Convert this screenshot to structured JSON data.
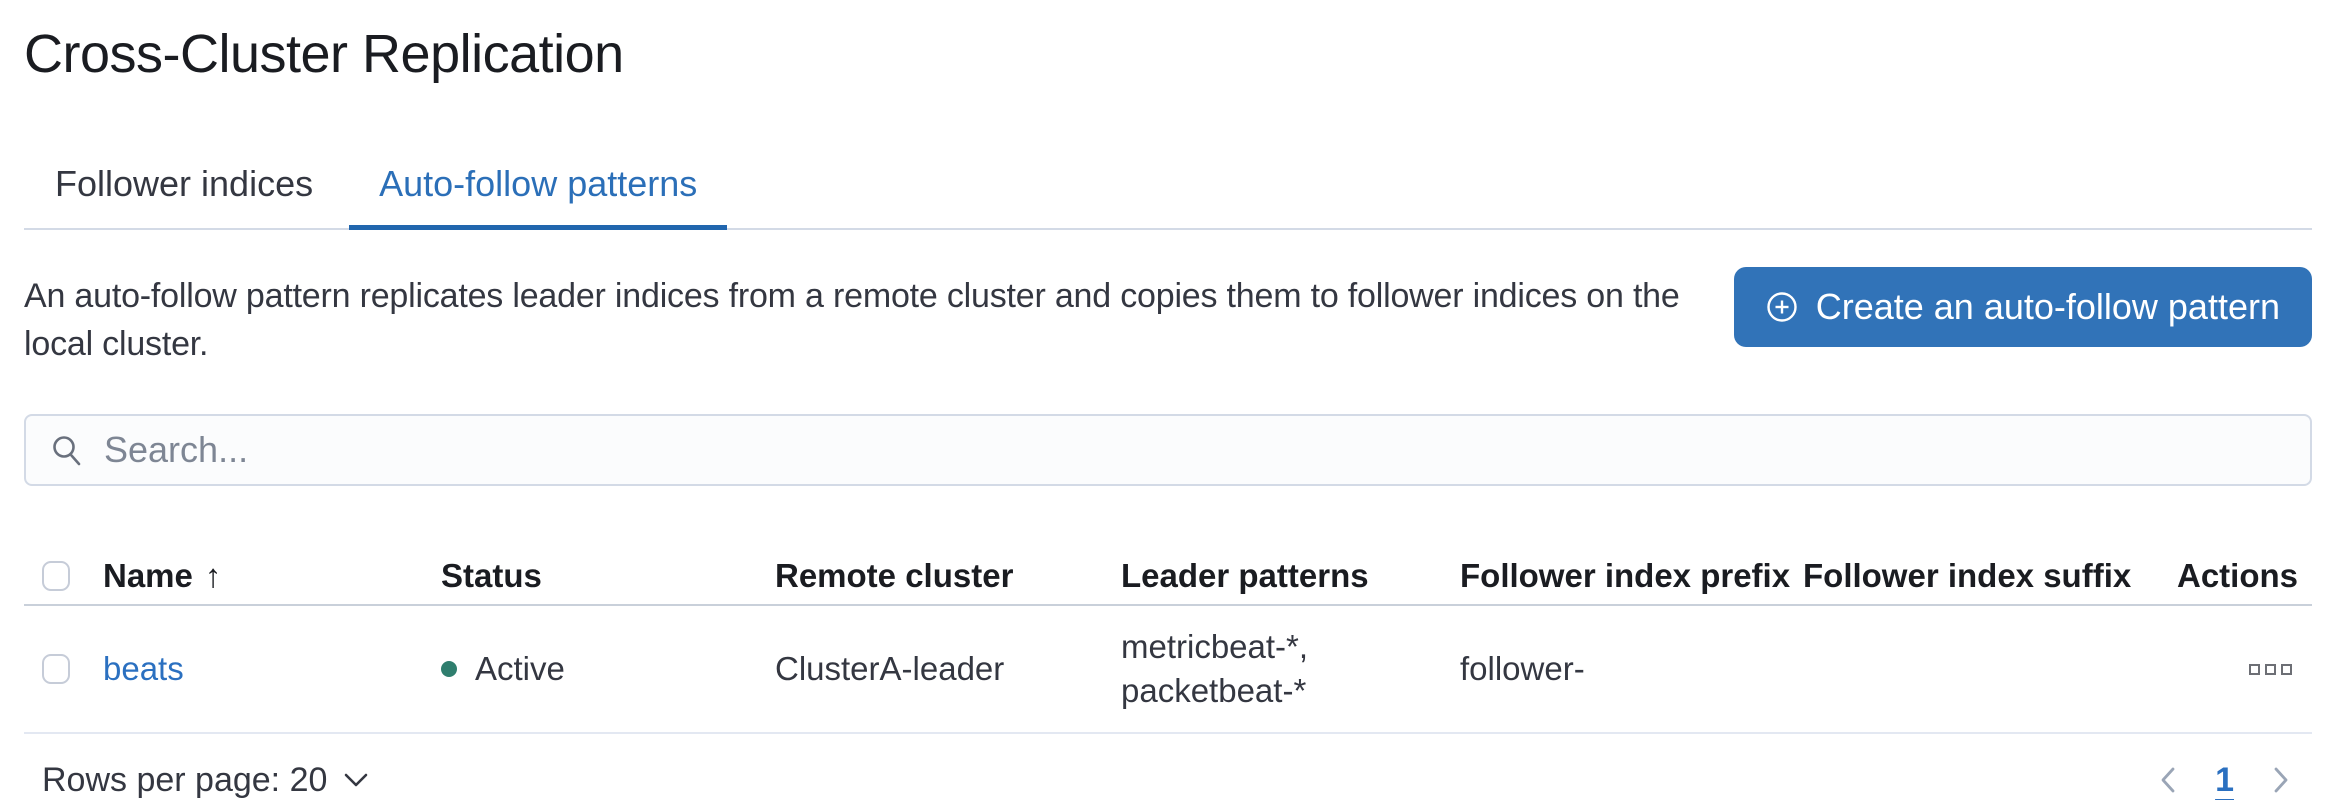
{
  "page": {
    "title": "Cross-Cluster Replication"
  },
  "tabs": [
    {
      "label": "Follower indices",
      "active": false
    },
    {
      "label": "Auto-follow patterns",
      "active": true
    }
  ],
  "intro": {
    "description_line1": "An auto-follow pattern replicates leader indices from a remote cluster and copies them to follower indices on the",
    "description_line2": "local cluster.",
    "create_button_label": "Create an auto-follow pattern",
    "create_button_icon": "plus-in-circle-icon"
  },
  "search": {
    "placeholder": "Search...",
    "value": "",
    "icon": "search-icon"
  },
  "table": {
    "columns": [
      "Name",
      "Status",
      "Remote cluster",
      "Leader patterns",
      "Follower index prefix",
      "Follower index suffix",
      "Actions"
    ],
    "sort": {
      "column": "Name",
      "direction": "ascending",
      "glyph": "↑"
    },
    "rows": [
      {
        "name": "beats",
        "status": "Active",
        "remote_cluster": "ClusterA-leader",
        "leader_patterns": "metricbeat-*, packetbeat-*",
        "follower_index_prefix": "follower-",
        "follower_index_suffix": "",
        "actions_icon": "all-actions-icon"
      }
    ]
  },
  "footer": {
    "rows_per_page_label": "Rows per page: 20",
    "rows_per_page_icon": "chevron-down-icon",
    "current_page": "1",
    "prev_icon": "chevron-left-icon",
    "next_icon": "chevron-right-icon"
  },
  "colors": {
    "accent_blue": "#2b6fb8",
    "button_blue": "#3173b8",
    "link_blue": "#2b70c0",
    "status_active": "#2f7e6e",
    "title_text": "#1a1c21",
    "body_text": "#343741",
    "border_light": "#d3dae6",
    "row_border": "#e3e8f2",
    "placeholder_gray": "#7e8694"
  }
}
